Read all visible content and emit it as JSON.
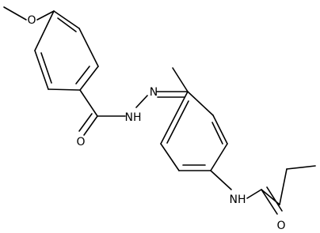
{
  "molecule": {
    "labels": {
      "ether_oxygen": "O",
      "carbonyl_oxygen_left": "O",
      "hydrazide_nh": "NH",
      "imine_n": "N",
      "amide_nh": "NH",
      "carbonyl_oxygen_right": "O"
    }
  }
}
